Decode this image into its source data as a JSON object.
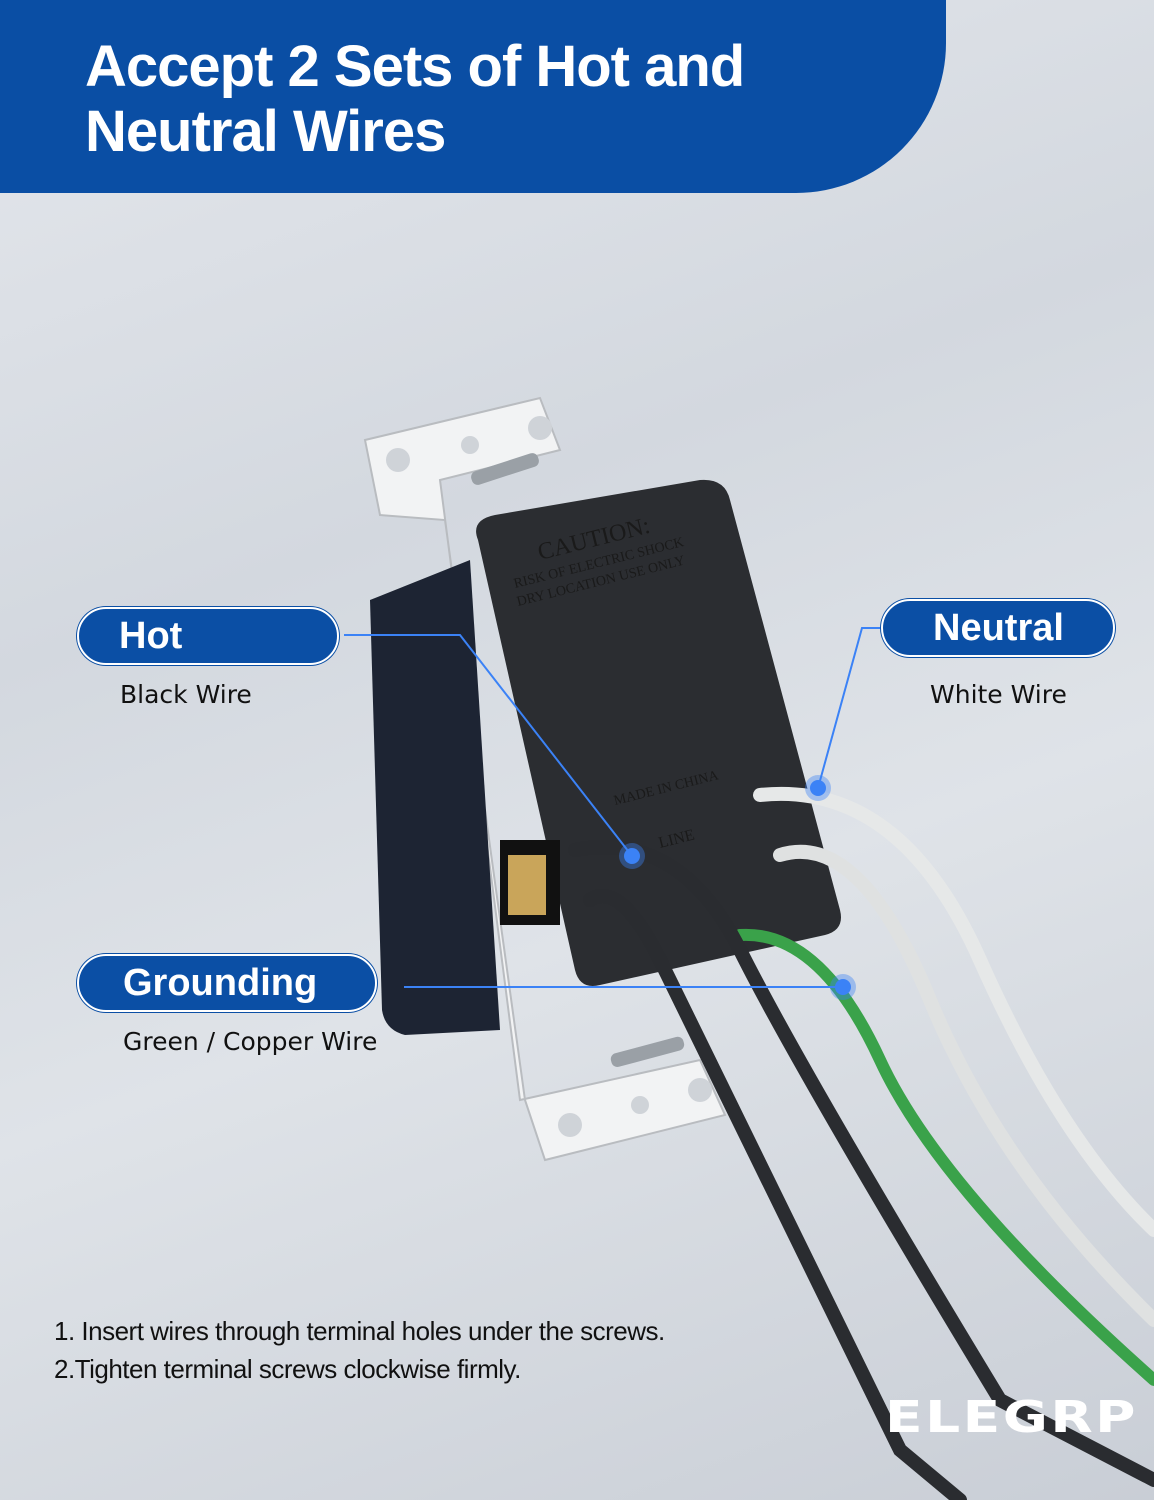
{
  "header": {
    "title_line1": "Accept 2 Sets of Hot and",
    "title_line2": "Neutral Wires"
  },
  "callouts": {
    "hot": {
      "label": "Hot",
      "sub": "Black Wire"
    },
    "neutral": {
      "label": "Neutral",
      "sub": "White Wire"
    },
    "grounding": {
      "label": "Grounding",
      "sub": "Green / Copper Wire"
    }
  },
  "device": {
    "caution": "CAUTION:",
    "warning1": "RISK OF ELECTRIC SHOCK",
    "warning2": "DRY LOCATION USE ONLY",
    "made_in": "MADE IN CHINA",
    "line": "LINE"
  },
  "instructions": [
    "1. Insert wires through terminal holes under the screws.",
    "2.Tighten terminal screws clockwise firmly."
  ],
  "brand": "ELEGRP",
  "colors": {
    "banner": "#0a4ea4",
    "leader": "#3b82f6",
    "hot_wire": "#2a2c30",
    "neutral_wire": "#e6e8e8",
    "ground_wire": "#3aa24a"
  }
}
